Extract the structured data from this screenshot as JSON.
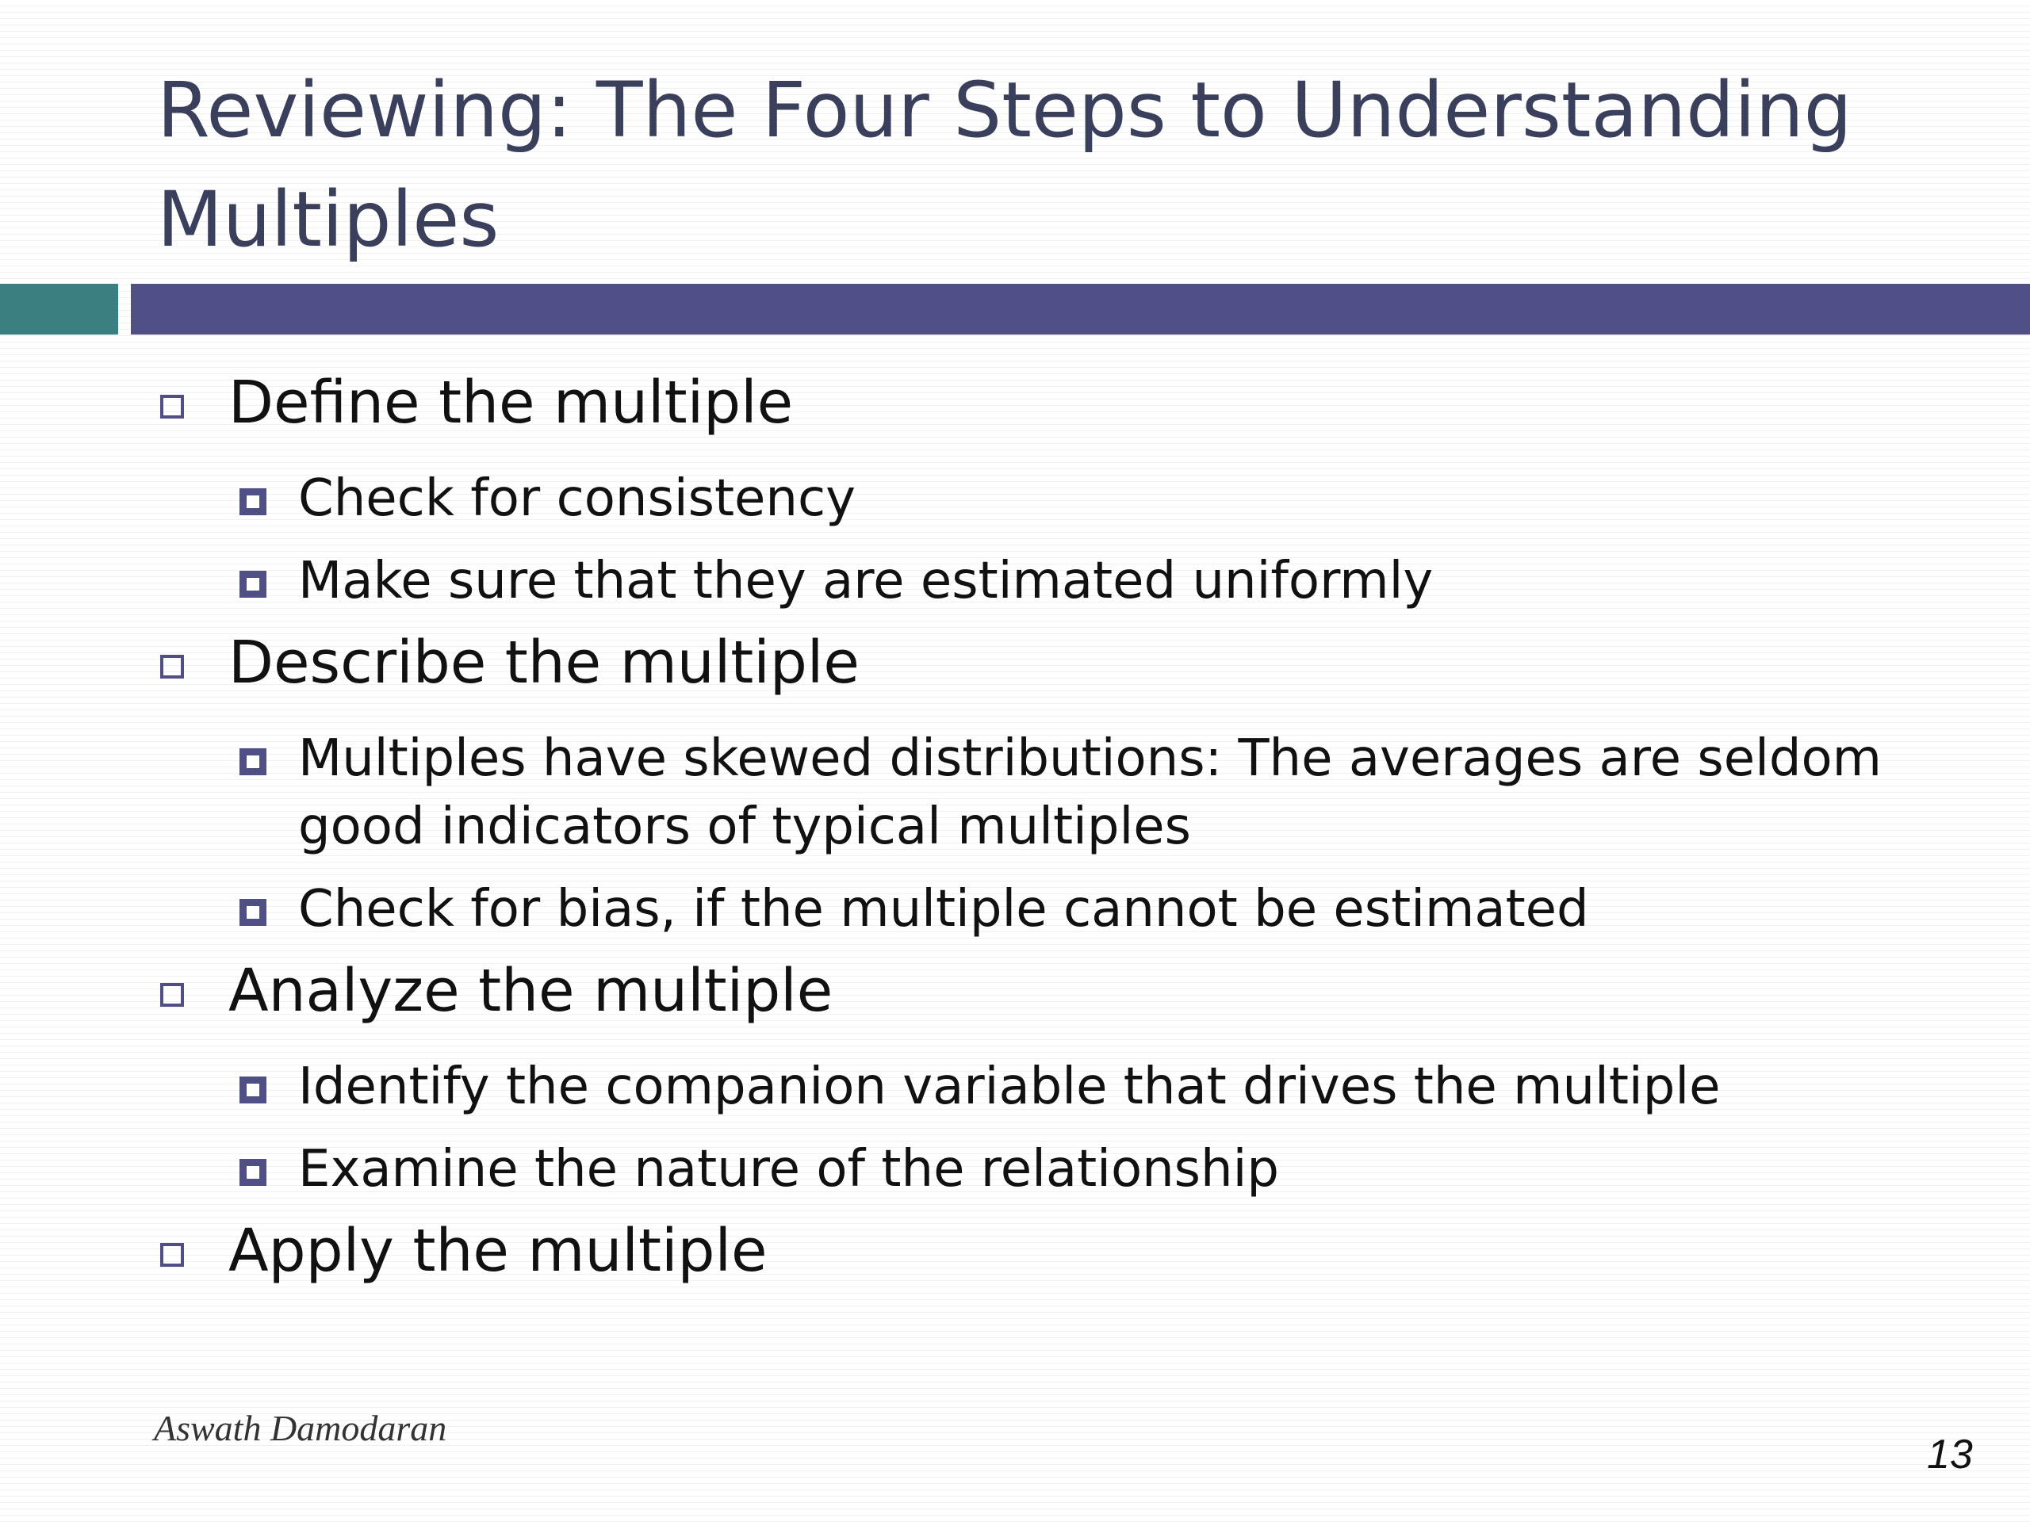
{
  "slide": {
    "title": "Reviewing: The Four Steps to Understanding Multiples",
    "steps": [
      {
        "label": "Define the multiple",
        "subitems": [
          "Check for consistency",
          "Make sure that they are estimated uniformly"
        ]
      },
      {
        "label": "Describe the multiple",
        "subitems": [
          "Multiples have skewed distributions: The averages are seldom good indicators of typical multiples",
          "Check for bias, if the multiple cannot be estimated"
        ]
      },
      {
        "label": "Analyze the multiple",
        "subitems": [
          "Identify the companion variable that drives the multiple",
          "Examine the nature of the relationship"
        ]
      },
      {
        "label": "Apply the multiple",
        "subitems": []
      }
    ],
    "footer": {
      "author": "Aswath Damodaran",
      "page_number": "13"
    }
  },
  "colors": {
    "title": "#3a3f5c",
    "bar_teal": "#3a8080",
    "bar_purple": "#4f4f85"
  }
}
